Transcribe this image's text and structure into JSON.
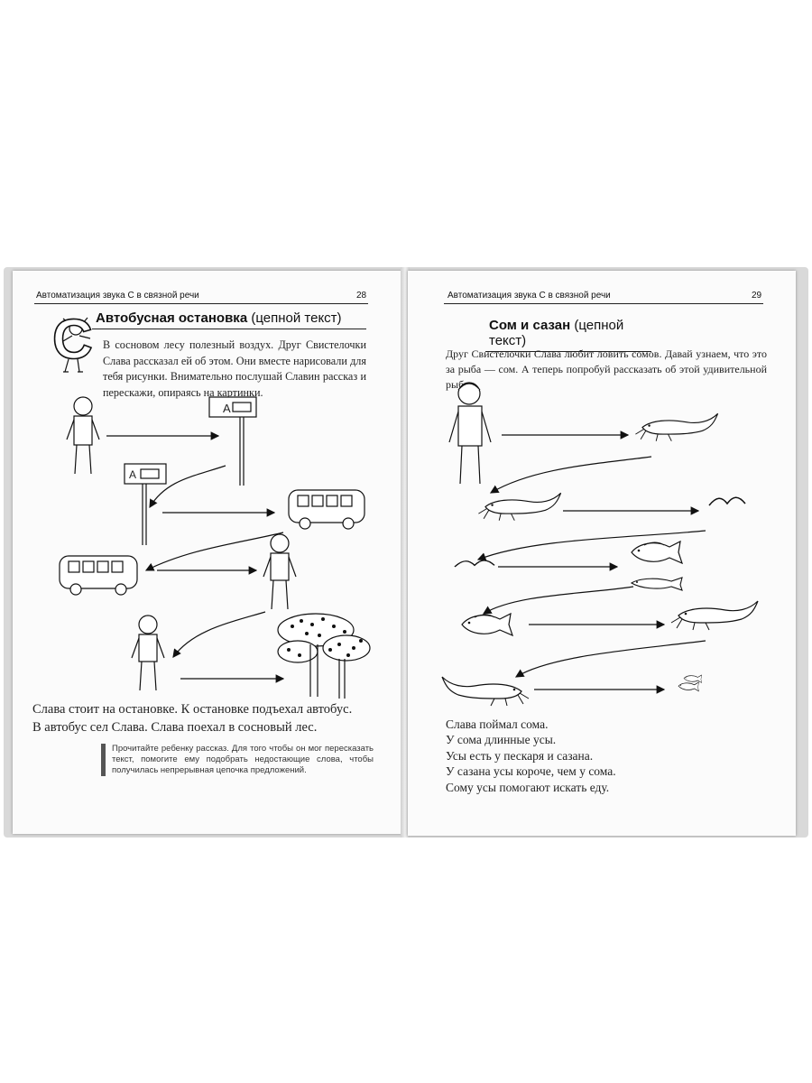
{
  "left_page": {
    "running_head": "Автоматизация звука С в связной речи",
    "page_number": "28",
    "title": "Автобусная остановка",
    "title_note": "(цепной текст)",
    "letter": "С",
    "intro": "В сосновом лесу полезный воздух. Друг Свистелочки Слава рассказал ей об этом. Они вместе нарисовали для тебя рисунки. Внимательно послушай Славин рассказ и перескажи, опираясь на картинки.",
    "sign_letter": "А",
    "story_lines": [
      "Слава стоит на остановке. К остановке подъехал автобус.",
      "В автобус сел Слава. Слава поехал в сосновый лес."
    ],
    "teacher_note": "Прочитайте ребенку рассказ. Для того чтобы он мог пересказать текст, помогите ему подобрать недостающие слова, чтобы получилась непрерывная цепочка предложений."
  },
  "right_page": {
    "running_head": "Автоматизация звука С в связной речи",
    "page_number": "29",
    "title": "Сом и сазан",
    "title_note": "(цепной текст)",
    "intro": "Друг Свистелочки Слава любит ловить сомов. Давай узнаем, что это за рыба — сом. А теперь попробуй рассказать об этой удивительной рыбе.",
    "story_lines": [
      "Слава поймал сома.",
      "У сома длинные усы.",
      "Усы есть у пескаря и сазана.",
      "У сазана усы короче, чем у сома.",
      "Сому усы помогают искать еду."
    ]
  }
}
